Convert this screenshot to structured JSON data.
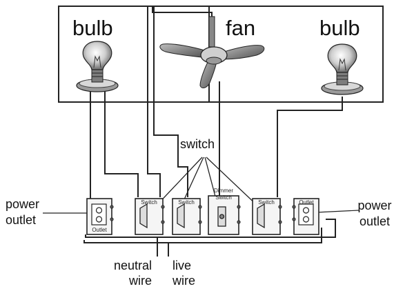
{
  "labels": {
    "bulb_left": "bulb",
    "fan": "fan",
    "bulb_right": "bulb",
    "switch": "switch",
    "power_outlet_left": [
      "power",
      "outlet"
    ],
    "power_outlet_right": [
      "power",
      "outlet"
    ],
    "neutral_wire": [
      "neutral",
      "wire"
    ],
    "live_wire": [
      "live",
      "wire"
    ]
  },
  "box_labels": {
    "outlet_left": "Outlet",
    "switch_1": "Switch",
    "switch_2": "Switch",
    "dimmer_switch": [
      "Dimmer",
      "Switch"
    ],
    "switch_4": "Switch",
    "outlet_right": "Outlet"
  }
}
